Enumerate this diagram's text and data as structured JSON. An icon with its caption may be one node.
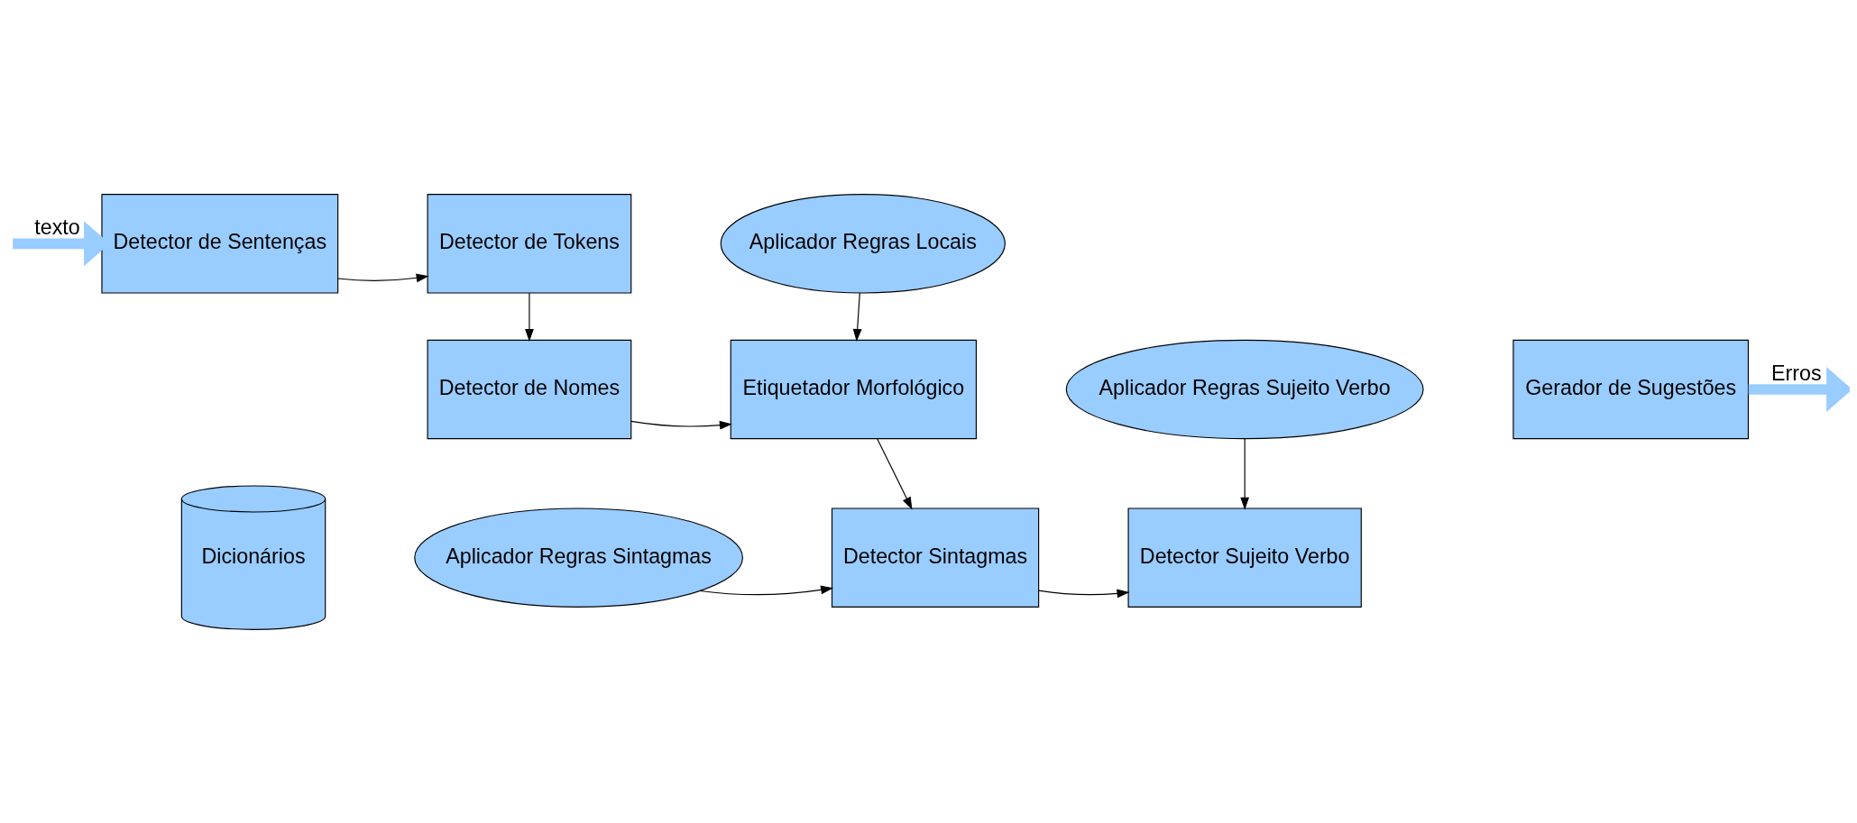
{
  "diagram": {
    "nodes": [
      {
        "text": [
          "Detector de Sentenças"
        ]
      },
      {
        "text": [
          "Detector de Tokens"
        ]
      },
      {
        "text": [
          "Aplicador Regras Locais"
        ]
      },
      {
        "text": [
          "Detector de Nomes"
        ]
      },
      {
        "text": [
          "Etiquetador Morfológico"
        ]
      },
      {
        "text": [
          "Aplicador Regras Sujeito Verbo"
        ]
      },
      {
        "text": [
          "Gerador de Sugestões"
        ]
      },
      {
        "text": [
          "Dicionários"
        ]
      },
      {
        "text": [
          "Aplicador Regras Sintagmas"
        ]
      },
      {
        "text": [
          "Detector Sintagmas"
        ]
      },
      {
        "text": [
          "Detector Sujeito Verbo"
        ]
      }
    ],
    "edges": [
      {
        "from": null,
        "to": 0,
        "arrow": "to",
        "label": "texto",
        "style": "thick",
        "color": "#99ccff"
      },
      {
        "from": 0,
        "to": 1,
        "arrow": "to"
      },
      {
        "from": 1,
        "to": 3,
        "arrow": "to"
      },
      {
        "from": 2,
        "to": 4,
        "arrow": "to"
      },
      {
        "from": 3,
        "to": 4,
        "arrow": "to"
      },
      {
        "from": 4,
        "to": 9,
        "arrow": "to"
      },
      {
        "from": 8,
        "to": 9,
        "arrow": "to"
      },
      {
        "from": 9,
        "to": 10,
        "arrow": "to"
      },
      {
        "from": 5,
        "to": 10,
        "arrow": "to"
      },
      {
        "from": 6,
        "to": null,
        "arrow": "to",
        "label": "Erros",
        "style": "thick",
        "color": "#99ccff"
      }
    ]
  }
}
